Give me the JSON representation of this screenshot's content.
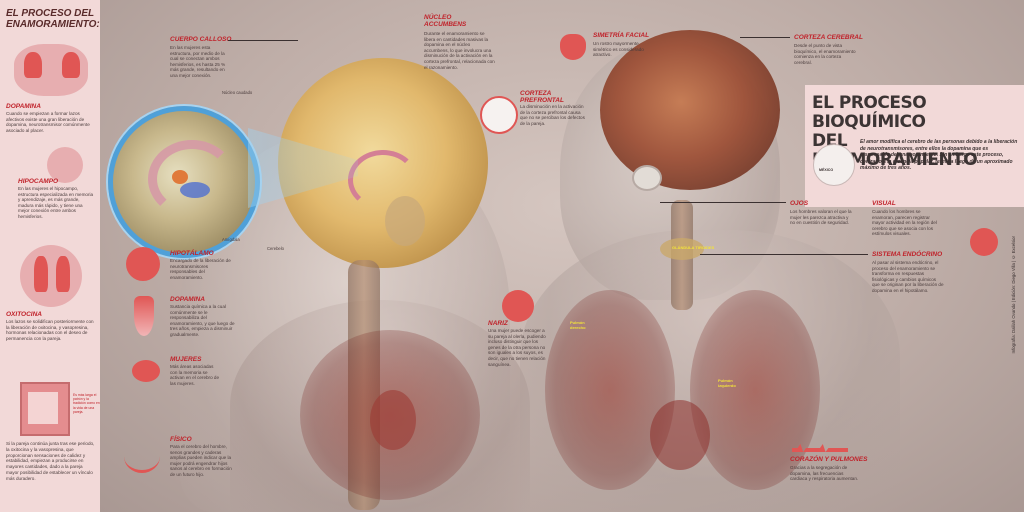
{
  "left_panel": {
    "title": "EL PROCESO DEL ENAMORAMIENTO:",
    "dopamina_title": "DOPAMINA",
    "dopamina_text": "Cuando se empiezan a formar lazos afectivos existe una gran liberación de dopamina, neurotransmisor comúnmente asociado al placer.",
    "hipocampo_title": "HIPOCAMPO",
    "hipocampo_text": "En las mujeres el hipocampo, estructura especializada en memoria y aprendizaje, es más grande, madura más rápido, y tiene una mejor conexión entre ambos hemisferios.",
    "oxitocina_title": "OXITOCINA",
    "oxitocina_text": "Los lazos se solidifican posteriormente con la liberación de oxitocina, y vasopresina, hormonas relacionadas con el deseo de permanencia con la pareja.",
    "photo_caption": "Es más larga el patrón y la tradición como en la vida de una pareja.",
    "closing_text": "Si la pareja continúa junta tras ese periodo, la oxitocina y la vasopresina, que proporcionan sensaciones de calidez y estabilidad, empiezan a producirse en mayores cantidades, dado a la pareja mayor posibilidad de establecer un vínculo más duradero."
  },
  "labels": {
    "cuerpo_calloso": {
      "title": "CUERPO CALLOSO",
      "text": "En las mujeres esta estructura, por medio de la cual se conectan ambos hemisferios, es hasta 25 % más grande, resultando en una mejor conexión."
    },
    "nucleo_caudado": "Núcleo caudado",
    "amigdala": "Amígdala",
    "cerebelo": "Cerebelo",
    "nucleo_accumbens": {
      "title": "NÚCLEO ACCUMBENS",
      "text": "Durante el enamoramiento se libera en cantidades masivas la dopamina en el núcleo accumbens, lo que involucra una disminución de la activación en la corteza prefrontal, relacionada con el razonamiento."
    },
    "simetria_facial": {
      "title": "SIMETRÍA FACIAL",
      "text": "Un rostro mayormente simétrico es considerado atractivo."
    },
    "corteza_prefrontal": {
      "title": "CORTEZA PREFRONTAL",
      "text": "La disminución en la activación de la corteza prefrontal causa que no se perciban los defectos de la pareja."
    },
    "corteza_cerebral": {
      "title": "CORTEZA CEREBRAL",
      "text": "Desde el punto de vista bioquímico, el enamoramiento comienza en la corteza cerebral."
    },
    "hipotalamo": {
      "title": "HIPOTÁLAMO",
      "text": "Encargado de la liberación de neurotransmisores responsables del enamoramiento."
    },
    "dopamina2": {
      "title": "DOPAMINA",
      "text": "Sustancia química a la cual comúnmente se le responsabiliza del enamoramiento, y que luego de tres años, empieza a disminuir gradualmente."
    },
    "mujeres": {
      "title": "MUJERES",
      "text": "Más áreas asociadas con la memoria se activan en el cerebro de las mujeres."
    },
    "nariz": {
      "title": "NARIZ",
      "text": "Una mujer puede escoger a su pareja al olerla, pudiendo incluso distinguir que los genes de la otra persona no son iguales a los suyos, es decir, que no tienen relación sanguínea."
    },
    "fisico": {
      "title": "FÍSICO",
      "text": "Para el cerebro del hombre, senos grandes y caderas amplias pueden indicar que la mujer podrá engendrar hijos sanos al cerebro en formación de un futuro hijo."
    },
    "ojos": {
      "title": "OJOS",
      "text": "Los hombres valoran el que la mujer les parezca atractiva y no en cuestión de seguridad."
    },
    "visual": {
      "title": "VISUAL",
      "text": "Cuando los hombres se enamoran, parecen registrar mayor actividad en la región del cerebro que se asocia con los estímulos visuales."
    },
    "sistema_endocrino": {
      "title": "SISTEMA ENDÓCRINO",
      "text": "Al pasar al sistema endócrino, el proceso del enamoramiento se transforma en respuestas fisiológicas y cambios químicos que se originan por la liberación de dopamina en el hipotálamo."
    },
    "corazon_pulmones": {
      "title": "CORAZÓN Y PULMONES",
      "text": "Gracias a la segregación de dopamina, las frecuencias cardiaca y respiratoria aumentan."
    },
    "glandula_tiroides": "GLÁNDULA TIROIDES",
    "pulmon_derecho": "Pulmón derecho",
    "pulmon_izquierdo": "Pulmón izquierdo"
  },
  "title_box": {
    "title_line1": "EL PROCESO BIOQUÍMICO",
    "title_line2": "DEL ENAMORAMIENTO",
    "subtitle": "El amor modifica el cerebro de las personas debido a la liberación de neurotransmisores, entre ellos la dopamina que es responsable del enamoramiento. Sin embargo este proceso, contrario a la creencia popular, termina luego de un aproximado máximo de tres años.",
    "map_label": "MÉXICO"
  },
  "credit": "Infografía: Dalilah Ovando | Edición: Diego Villa | © Excelsior",
  "colors": {
    "accent": "#c0222a",
    "panel": "#f2d9d8",
    "icon": "#e05654"
  }
}
